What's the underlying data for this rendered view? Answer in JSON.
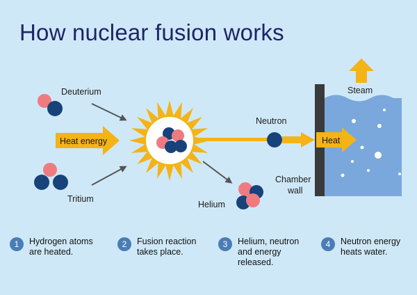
{
  "title": "How nuclear fusion works",
  "labels": {
    "deuterium": "Deuterium",
    "tritium": "Tritium",
    "heat_energy": "Heat energy",
    "neutron": "Neutron",
    "helium": "Helium",
    "heat": "Heat",
    "steam": "Steam",
    "chamber_wall_1": "Chamber",
    "chamber_wall_2": "wall"
  },
  "steps": [
    {
      "num": "1",
      "line1": "Hydrogen atoms",
      "line2": "are heated.",
      "line3": ""
    },
    {
      "num": "2",
      "line1": "Fusion reaction",
      "line2": "takes place.",
      "line3": ""
    },
    {
      "num": "3",
      "line1": "Helium, neutron",
      "line2": "and energy",
      "line3": "released."
    },
    {
      "num": "4",
      "line1": "Neutron energy",
      "line2": "heats water.",
      "line3": ""
    }
  ],
  "colors": {
    "background": "#cfe8f7",
    "title": "#1f2467",
    "proton": "#ef7b80",
    "neutron": "#17427a",
    "sun": "#f4b316",
    "arrow_yellow": "#f4b316",
    "water": "#7aa8dc",
    "wall": "#3a3a3a",
    "step_badge": "#4a7db6"
  }
}
